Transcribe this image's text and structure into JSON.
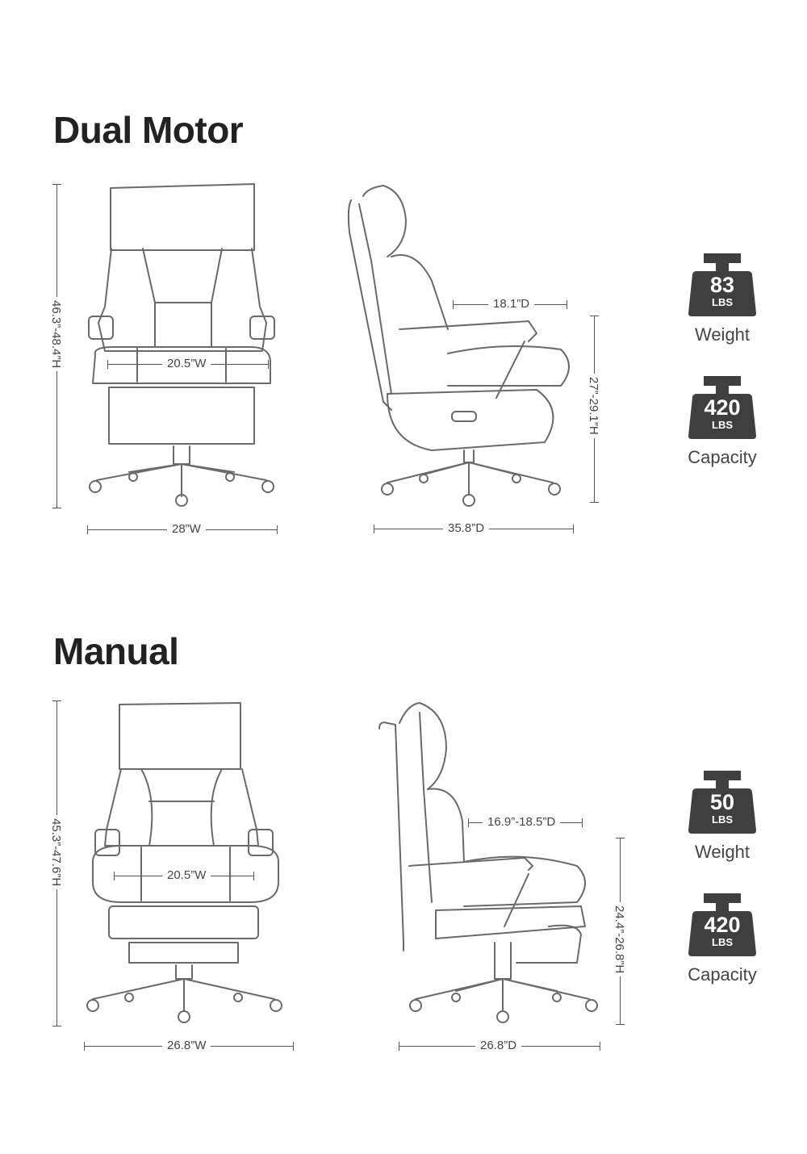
{
  "sections": [
    {
      "title": "Dual Motor",
      "front": {
        "height": "46.3”-48.4”H",
        "seat_width": "20.5”W",
        "width": "28”W"
      },
      "side": {
        "seat_depth": "18.1”D",
        "seat_height": "27”-29.1”H",
        "depth": "35.8”D"
      },
      "weight": {
        "value": "83",
        "unit": "LBS",
        "label": "Weight"
      },
      "capacity": {
        "value": "420",
        "unit": "LBS",
        "label": "Capacity"
      }
    },
    {
      "title": "Manual",
      "front": {
        "height": "45.3”-47.6”H",
        "seat_width": "20.5”W",
        "width": "26.8”W"
      },
      "side": {
        "seat_depth": "16.9”-18.5”D",
        "seat_height": "24.4”-26.8”H",
        "depth": "26.8”D"
      },
      "weight": {
        "value": "50",
        "unit": "LBS",
        "label": "Weight"
      },
      "capacity": {
        "value": "420",
        "unit": "LBS",
        "label": "Capacity"
      }
    }
  ],
  "icons": {
    "weight": "weight-icon",
    "front_chair": "chair-front-icon",
    "side_chair": "chair-side-icon"
  },
  "colors": {
    "badge": "#3f3f3f",
    "line": "#555555",
    "title": "#222222"
  }
}
